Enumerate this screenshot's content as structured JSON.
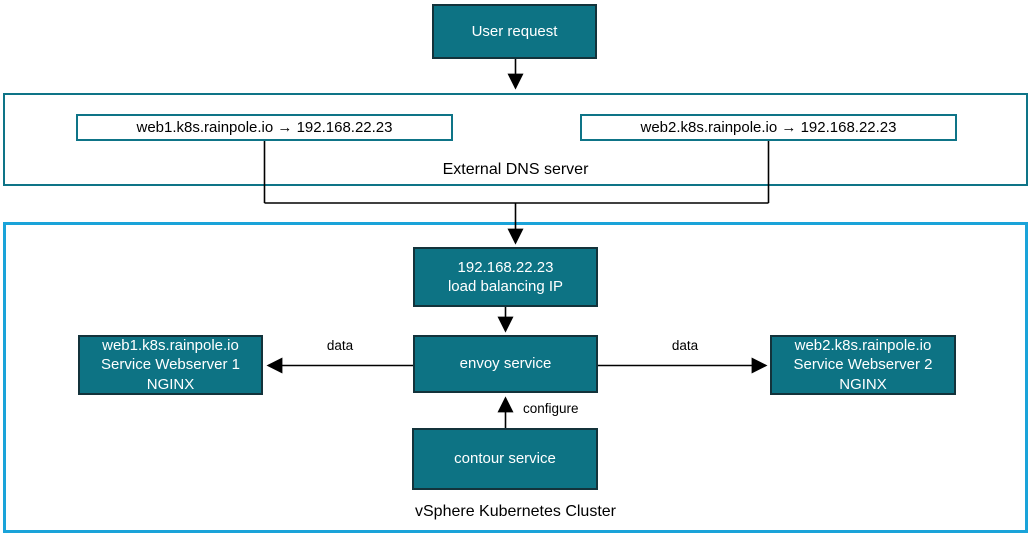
{
  "colors": {
    "node_fill": "#0d7384",
    "node_border": "#13333b",
    "dns_border": "#0e7487",
    "cluster_border": "#1aa3d9",
    "connector": "#000000",
    "node_text": "#ffffff",
    "label_text": "#000000"
  },
  "nodes": {
    "user_request": {
      "label": "User request"
    },
    "dns_record_1": {
      "label": "web1.k8s.rainpole.io → 192.168.22.23"
    },
    "dns_record_2": {
      "label": "web2.k8s.rainpole.io → 192.168.22.23"
    },
    "load_balancing_ip": {
      "lines": [
        "192.168.22.23",
        "load balancing IP"
      ]
    },
    "envoy": {
      "label": "envoy service"
    },
    "contour": {
      "label": "contour service"
    },
    "web1": {
      "lines": [
        "web1.k8s.rainpole.io",
        "Service Webserver 1",
        "NGINX"
      ]
    },
    "web2": {
      "lines": [
        "web2.k8s.rainpole.io",
        "Service Webserver 2",
        "NGINX"
      ]
    }
  },
  "containers": {
    "dns": {
      "label": "External DNS server"
    },
    "cluster": {
      "label": "vSphere Kubernetes Cluster"
    }
  },
  "edge_labels": {
    "data_left": "data",
    "data_right": "data",
    "configure": "configure"
  }
}
